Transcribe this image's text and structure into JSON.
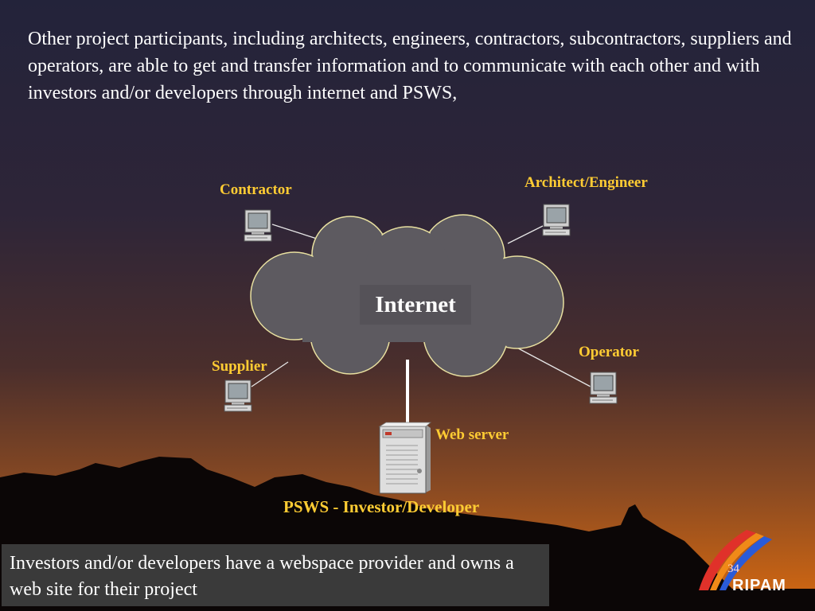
{
  "intro_text": "Other project participants, including architects, engineers, contractors, subcontractors, suppliers and operators, are able to get and transfer information and to communicate with each other and with investors and/or developers through internet and PSWS,",
  "diagram": {
    "center_label": "Internet",
    "nodes": {
      "contractor": "Contractor",
      "architect": "Architect/Engineer",
      "supplier": "Supplier",
      "operator": "Operator",
      "web_server": "Web server"
    },
    "bottom_label": "PSWS - Investor/Developer"
  },
  "footer_text": "Investors and/or developers have a webspace provider and owns a web site for their project",
  "page_number": "34",
  "logo_text": "RIPAM",
  "colors": {
    "label": "#ffcc33",
    "cloud": "#5d5a60",
    "cloud_outline": "#e8e0a0",
    "footer_bg": "#3a3a3a"
  }
}
